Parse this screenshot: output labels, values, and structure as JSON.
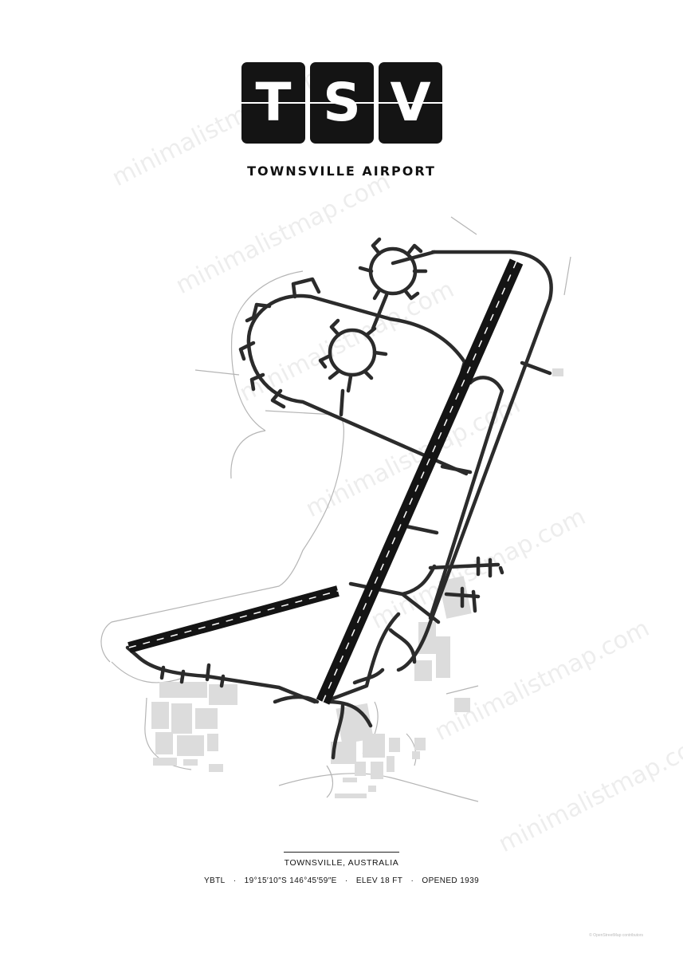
{
  "header": {
    "code_letters": [
      "T",
      "S",
      "V"
    ],
    "airport_name": "TOWNSVILLE AIRPORT"
  },
  "footer": {
    "location": "TOWNSVILLE, AUSTRALIA",
    "icao": "YBTL",
    "coordinates": "19°15′10″S 146°45′59″E",
    "elevation": "ELEV 18 FT",
    "opened": "OPENED 1939",
    "separator": "·"
  },
  "watermark": {
    "text": "minimalistmap.com"
  },
  "credit": {
    "text": "© OpenStreetMap contributors"
  },
  "colors": {
    "runway": "#141414",
    "taxiway": "#2b2b2b",
    "service_road": "#b5b5b5",
    "building": "#dcdcdc",
    "background": "#ffffff"
  },
  "map": {
    "runway_count": 2,
    "has_runway_markings": true
  }
}
